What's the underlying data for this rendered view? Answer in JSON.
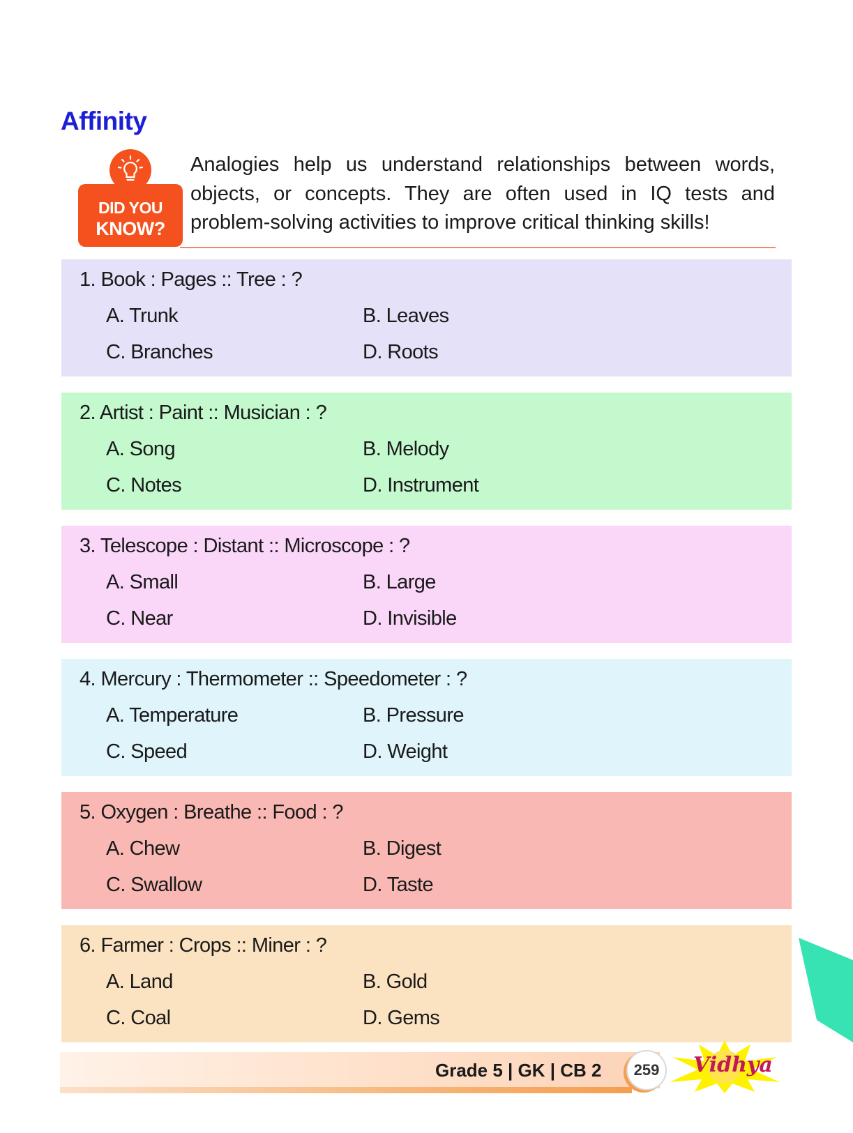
{
  "page": {
    "title": "Affinity",
    "did_you_know": {
      "line1": "DID YOU",
      "line2": "KNOW?",
      "text": "Analogies help us understand relationships between words, objects, or concepts. They are often used in IQ tests and problem-solving activities to improve critical thinking skills!"
    },
    "colors": {
      "title": "#1d1fd6",
      "accent": "#f4511e"
    },
    "questions": [
      {
        "text": "1. Book : Pages :: Tree : ?",
        "bg": "#e4e1f8",
        "options": {
          "a": "A. Trunk",
          "b": "B. Leaves",
          "c": "C. Branches",
          "d": "D. Roots"
        }
      },
      {
        "text": "2. Artist : Paint :: Musician : ?",
        "bg": "#c3f9cd",
        "options": {
          "a": "A. Song",
          "b": "B. Melody",
          "c": "C. Notes",
          "d": "D. Instrument"
        }
      },
      {
        "text": "3. Telescope : Distant :: Microscope : ?",
        "bg": "#fad6f9",
        "options": {
          "a": "A. Small",
          "b": "B. Large",
          "c": "C. Near",
          "d": "D. Invisible"
        }
      },
      {
        "text": "4. Mercury : Thermometer :: Speedometer : ?",
        "bg": "#dff5fb",
        "options": {
          "a": "A. Temperature",
          "b": "B. Pressure",
          "c": "C. Speed",
          "d": "D. Weight"
        }
      },
      {
        "text": "5. Oxygen : Breathe :: Food : ?",
        "bg": "#f9b8b3",
        "options": {
          "a": "A. Chew",
          "b": "B. Digest",
          "c": "C. Swallow",
          "d": "D. Taste"
        }
      },
      {
        "text": "6. Farmer : Crops :: Miner : ?",
        "bg": "#fbe3c2",
        "options": {
          "a": "A. Land",
          "b": "B. Gold",
          "c": "C. Coal",
          "d": "D. Gems"
        }
      }
    ],
    "footer": {
      "text": "Grade 5 | GK | CB 2",
      "page_number": "259",
      "logo": "Vidhya"
    }
  }
}
